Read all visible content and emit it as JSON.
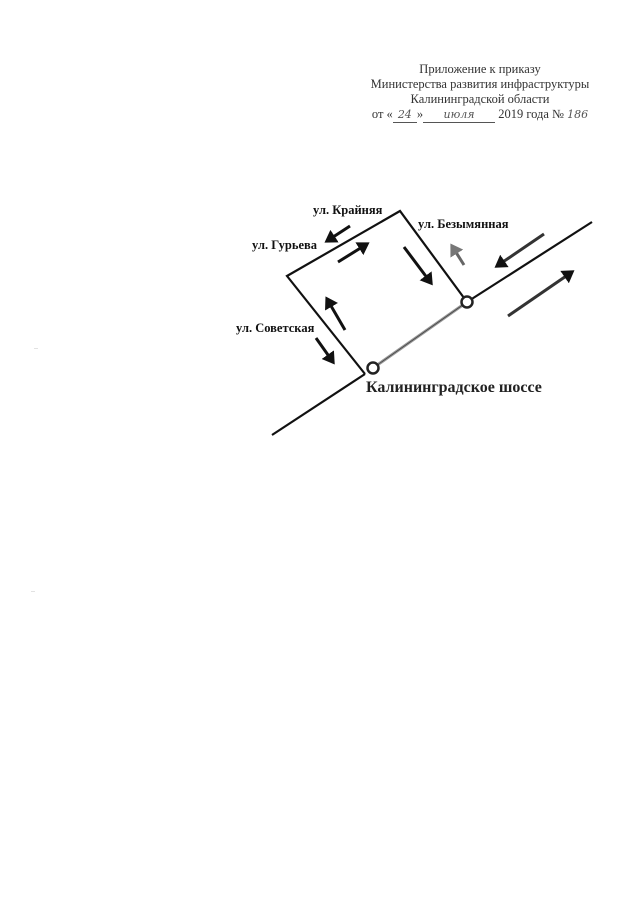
{
  "header": {
    "line1": "Приложение к приказу",
    "line2": "Министерства развития инфраструктуры",
    "line3": "Калининградской области",
    "date_prefix": "от «",
    "date_day": "24",
    "date_mid": "»",
    "date_month": "июля",
    "date_year": "2019 года №",
    "order_number": "186"
  },
  "map": {
    "streets": {
      "krainyaya": "ул. Крайняя",
      "bezymyannaya": "ул. Безымянная",
      "guryeva": "ул. Гурьева",
      "sovetskaya": "ул. Советская"
    },
    "highway": "Калининградское шоссе"
  },
  "colors": {
    "line": "#111111",
    "link": "#888888"
  }
}
